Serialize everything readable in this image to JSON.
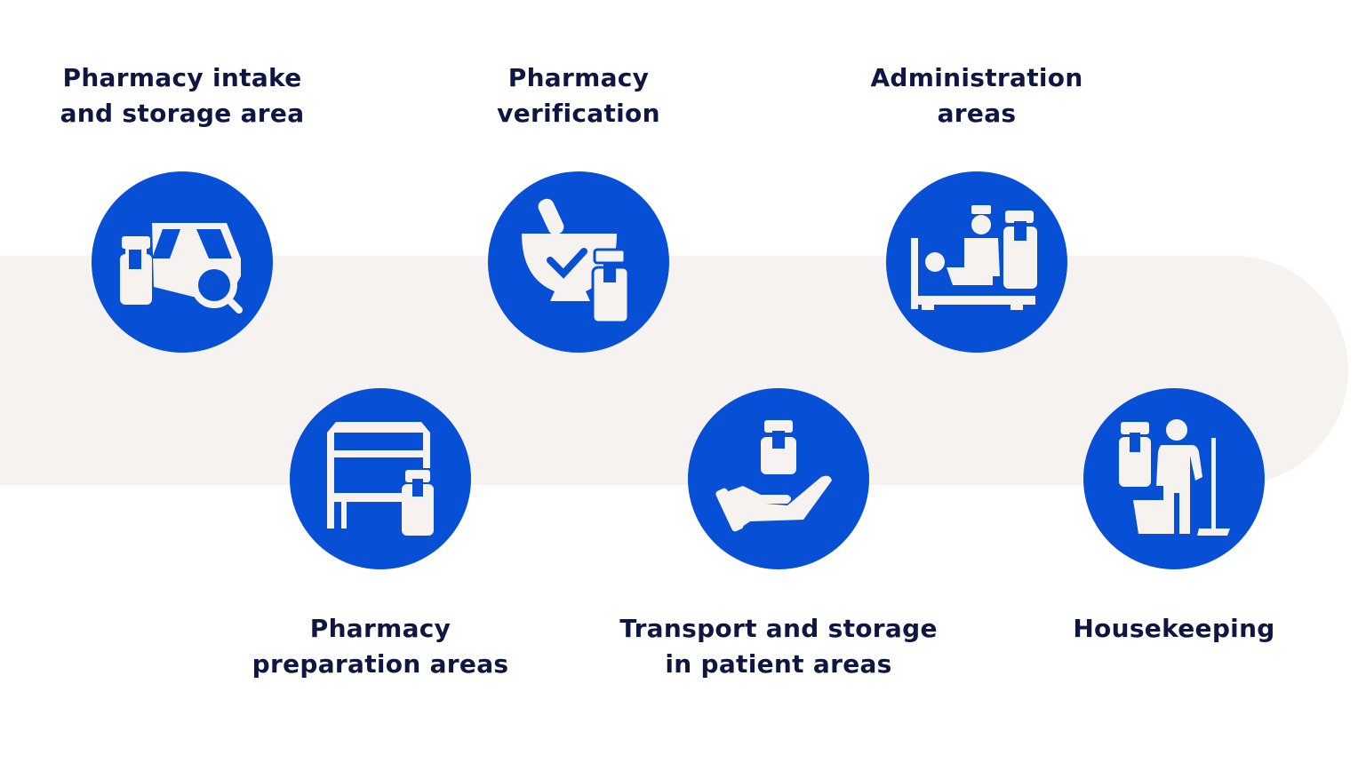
{
  "colors": {
    "accent": "#0750d6",
    "band": "#f5f2ef",
    "text": "#0f1740"
  },
  "steps": [
    {
      "lines": [
        "Pharmacy intake",
        "and storage area"
      ],
      "icon": "vial-box-search-icon"
    },
    {
      "lines": [
        "Pharmacy",
        "verification"
      ],
      "icon": "mortar-check-vial-icon"
    },
    {
      "lines": [
        "Administration",
        "areas"
      ],
      "icon": "nurse-patient-bed-icon"
    },
    {
      "lines": [
        "Pharmacy",
        "preparation areas"
      ],
      "icon": "hood-vial-icon"
    },
    {
      "lines": [
        "Transport and storage",
        "in patient areas"
      ],
      "icon": "hand-vial-icon"
    },
    {
      "lines": [
        "Housekeeping"
      ],
      "icon": "cleaner-mop-icon"
    }
  ]
}
